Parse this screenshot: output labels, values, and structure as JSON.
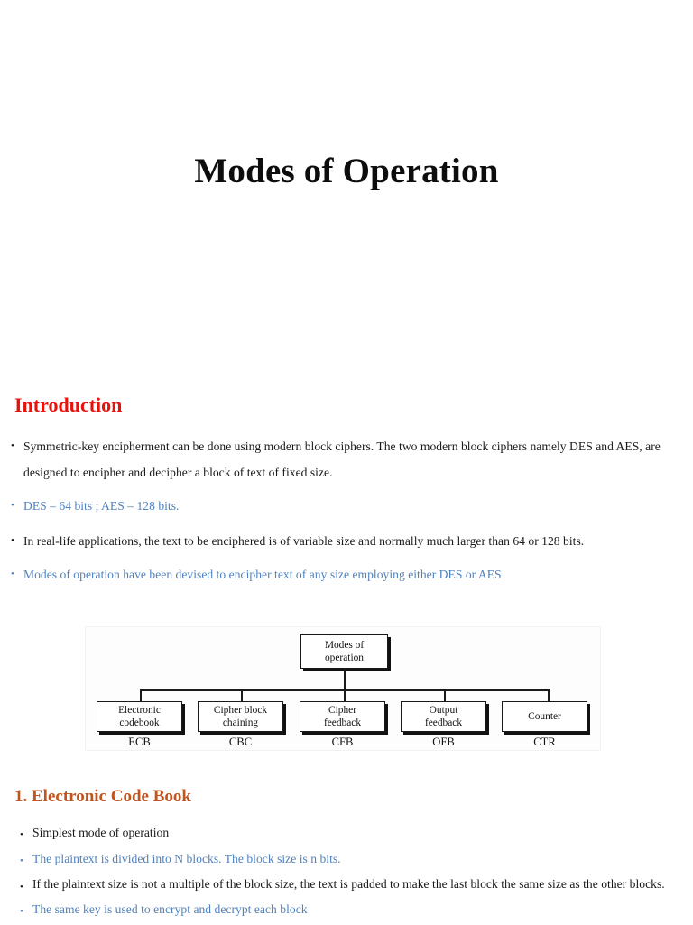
{
  "slide": {
    "title": "Modes of Operation"
  },
  "sections": [
    {
      "heading": "Introduction",
      "heading_color": "#e8120c",
      "bullets": [
        {
          "text": "Symmetric-key encipherment can be done using modern block ciphers. The two modern block ciphers namely DES and AES, are designed to encipher and decipher a block of text of fixed size.",
          "color": "black"
        },
        {
          "text": "DES – 64 bits ; AES – 128 bits.",
          "color": "blue"
        },
        {
          "text": "In real-life applications, the text to be enciphered is of variable size and normally much larger than 64 or 128 bits.",
          "color": "black"
        },
        {
          "text": "Modes of operation have been devised to encipher text of any size employing either DES or AES",
          "color": "blue"
        }
      ]
    },
    {
      "heading": "1. Electronic Code Book",
      "heading_color": "#c1551f",
      "bullets": [
        {
          "text": "Simplest mode of operation",
          "color": "black"
        },
        {
          "text": "The plaintext is divided into N blocks. The block size is n bits.",
          "color": "blue"
        },
        {
          "text": "If the plaintext size is not a multiple of the block size, the text is padded to make the last block the same size as the other blocks.",
          "color": "black"
        },
        {
          "text": "The same key is used to encrypt and decrypt each block",
          "color": "blue"
        }
      ]
    }
  ],
  "figure": {
    "root_label": "Modes of\noperation",
    "root_line1": "Modes of",
    "root_line2": "operation",
    "nodes": [
      {
        "line1": "Electronic",
        "line2": "codebook",
        "abbr": "ECB"
      },
      {
        "line1": "Cipher block",
        "line2": "chaining",
        "abbr": "CBC"
      },
      {
        "line1": "Cipher",
        "line2": "feedback",
        "abbr": "CFB"
      },
      {
        "line1": "Output",
        "line2": "feedback",
        "abbr": "OFB"
      },
      {
        "line1": "Counter",
        "line2": "",
        "abbr": "CTR"
      }
    ]
  },
  "colors": {
    "title": "#0d0d0d",
    "body_black": "#191919",
    "body_blue": "#4f81bd",
    "intro_red": "#e8120c",
    "ecb_orange": "#c1551f",
    "diagram_line": "#1a1a1a",
    "page_background": "#ffffff"
  }
}
